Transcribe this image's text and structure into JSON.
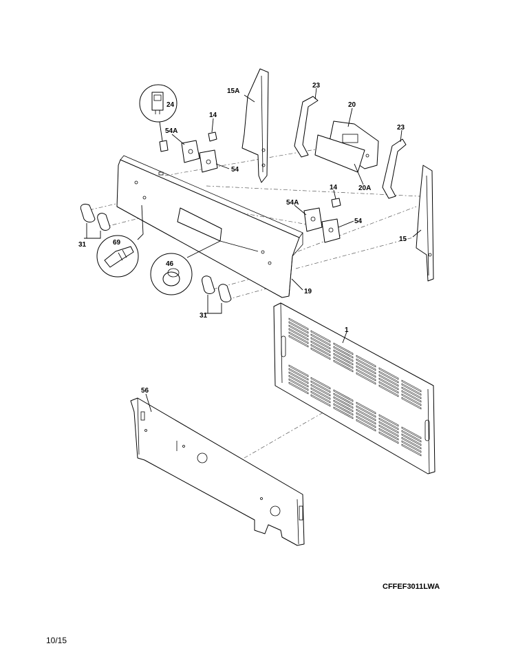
{
  "diagram": {
    "model_code": "CFFEF3011LWA",
    "page": "10/15",
    "callouts": {
      "p1": "1",
      "p14a": "14",
      "p14b": "14",
      "p15": "15",
      "p15a": "15A",
      "p19": "19",
      "p20": "20",
      "p20a": "20A",
      "p23a": "23",
      "p23b": "23",
      "p24": "24",
      "p31a": "31",
      "p31b": "31",
      "p46": "46",
      "p54a": "54",
      "p54b": "54",
      "p54Aa": "54A",
      "p54Ab": "54A",
      "p56": "56",
      "p69": "69"
    }
  }
}
